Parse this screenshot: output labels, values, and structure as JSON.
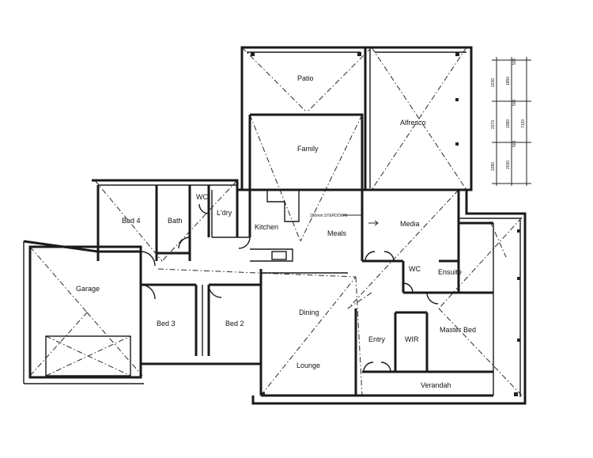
{
  "rooms": {
    "patio": "Patio",
    "alfresco": "Alfresco",
    "family": "Family",
    "bed4": "Bed 4",
    "bath": "Bath",
    "wc_upper": "WC",
    "laundry": "L'dry",
    "kitchen": "Kitchen",
    "meals": "Meals",
    "media": "Media",
    "ensuite": "Ensuite",
    "wc_lower": "WC",
    "garage": "Garage",
    "bed3": "Bed 3",
    "bed2": "Bed 2",
    "dining": "Dining",
    "lounge": "Lounge",
    "entry": "Entry",
    "wir": "WIR",
    "master_bed": "Master Bed",
    "verandah": "Verandah"
  },
  "notes": {
    "step_down": "150mm STEPDOWN"
  },
  "dimensions": {
    "inner": [
      "2230",
      "2270",
      "2280"
    ],
    "middle": [
      "1850",
      "1980",
      "2030"
    ],
    "outer": [
      "7120"
    ],
    "small": [
      "500",
      "500",
      "500"
    ]
  }
}
